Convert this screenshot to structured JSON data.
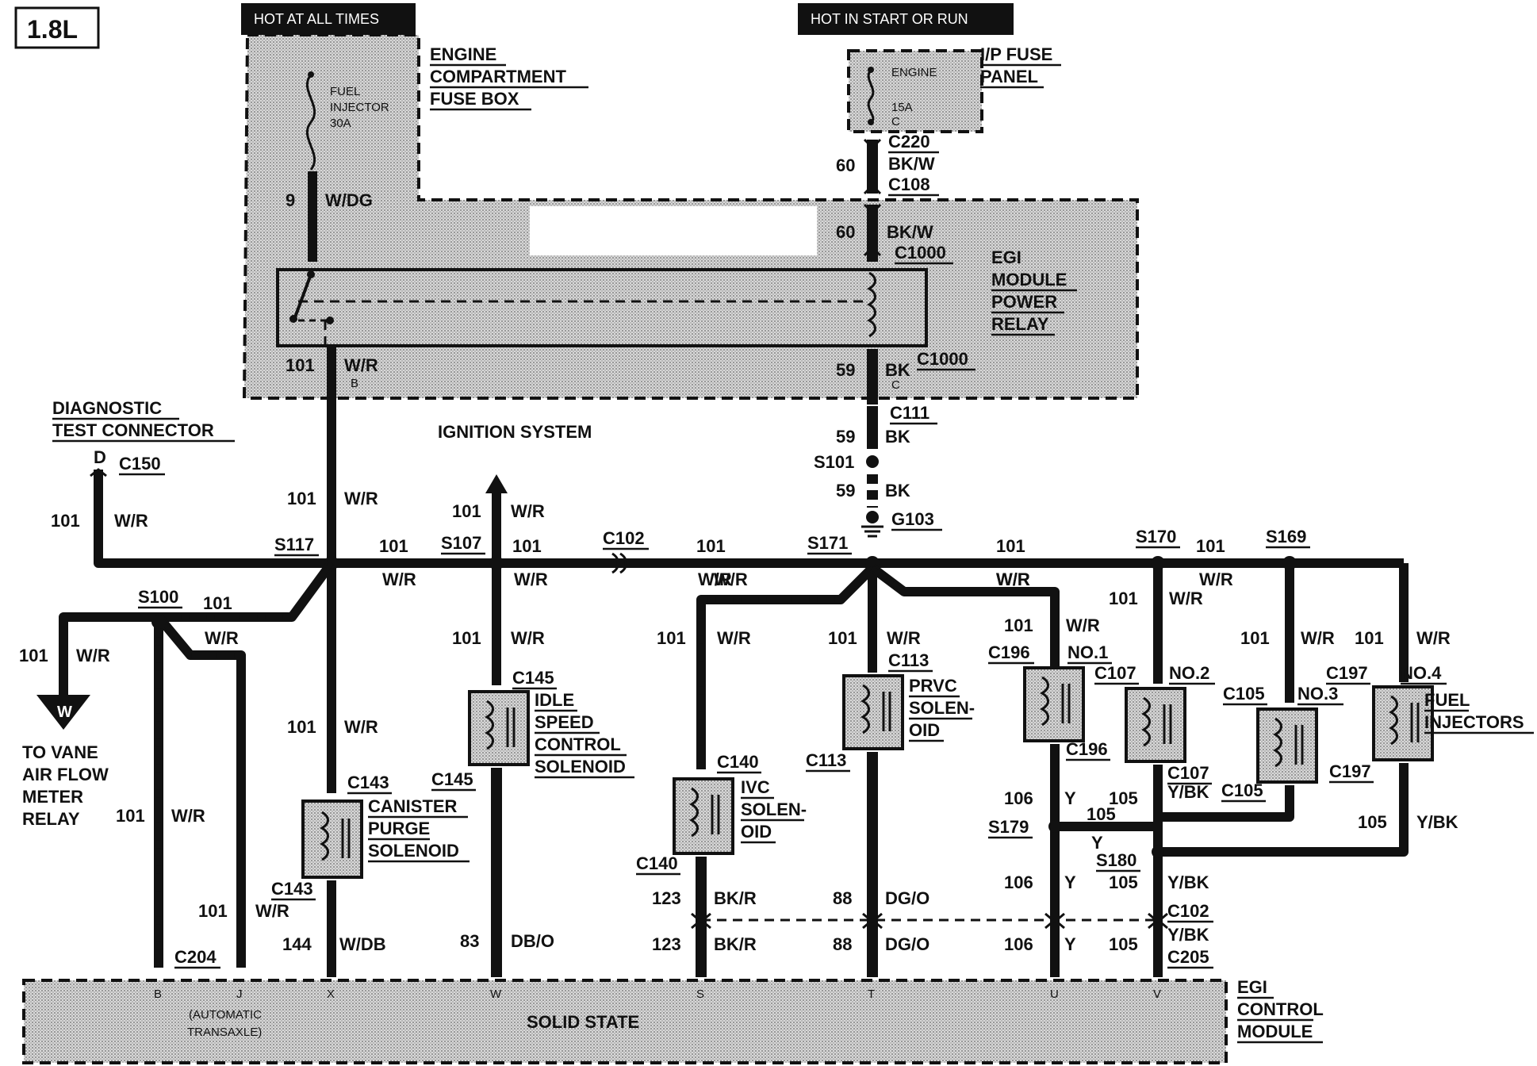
{
  "engine_badge": "1.8L",
  "hot_headers": {
    "always": "HOT AT ALL TIMES",
    "start_run": "HOT IN START OR RUN"
  },
  "boxes": {
    "engine_fuse_box": [
      "ENGINE",
      "COMPARTMENT",
      "FUSE BOX"
    ],
    "ip_fuse_panel": [
      "I/P FUSE",
      "PANEL"
    ],
    "egi_power_relay": [
      "EGI",
      "MODULE",
      "POWER",
      "RELAY"
    ],
    "egi_control_module": [
      "EGI",
      "CONTROL",
      "MODULE"
    ],
    "solid_state": "SOLID STATE"
  },
  "fuses": {
    "fuel_injector": [
      "FUEL",
      "INJECTOR",
      "30A"
    ],
    "engine_fuse": {
      "name": "ENGINE",
      "rating": "15A",
      "pin": "C"
    }
  },
  "section_labels": {
    "ignition_system": "IGNITION SYSTEM",
    "diagnostic": [
      "DIAGNOSTIC",
      "TEST CONNECTOR"
    ],
    "to_vane": [
      "TO VANE",
      "AIR FLOW",
      "METER",
      "RELAY"
    ],
    "to_vane_pin": "W"
  },
  "components": {
    "idle_speed": [
      "IDLE",
      "SPEED",
      "CONTROL",
      "SOLENOID"
    ],
    "canister_purge": [
      "CANISTER",
      "PURGE",
      "SOLENOID"
    ],
    "ivc": [
      "IVC",
      "SOLEN-",
      "OID"
    ],
    "prvc": [
      "PRVC",
      "SOLEN-",
      "OID"
    ],
    "fuel_injectors": [
      "FUEL",
      "INJECTORS"
    ],
    "injector_numbers": [
      "NO.1",
      "NO.2",
      "NO.3",
      "NO.4"
    ]
  },
  "connectors": {
    "c220": "C220",
    "c108": "C108",
    "c1000": "C1000",
    "c111": "C111",
    "c150": "C150",
    "c102": "C102",
    "c145": "C145",
    "c143": "C143",
    "c140": "C140",
    "c113": "C113",
    "c196": "C196",
    "c107": "C107",
    "c105": "C105",
    "c197": "C197",
    "c204": "C204",
    "c205": "C205",
    "g103": "G103",
    "pin_d": "D"
  },
  "splices": {
    "s101": "S101",
    "s117": "S117",
    "s107": "S107",
    "s171": "S171",
    "s170": "S170",
    "s169": "S169",
    "s100": "S100",
    "s179": "S179",
    "s180": "S180"
  },
  "circuits": {
    "c9": "9",
    "c60": "60",
    "c59": "59",
    "c101": "101",
    "c106": "106",
    "c105": "105",
    "c144": "144",
    "c83": "83",
    "c123": "123",
    "c88": "88"
  },
  "colors": {
    "w_dg": "W/DG",
    "bk_w": "BK/W",
    "bk": "BK",
    "w_r": "W/R",
    "y": "Y",
    "y_bk": "Y/BK",
    "w_db": "W/DB",
    "db_o": "DB/O",
    "bk_r": "BK/R",
    "dg_o": "DG/O"
  },
  "relay_pins": {
    "b": "B",
    "c": "C"
  },
  "module_pins": {
    "b": "B",
    "j": "J",
    "x": "X",
    "w": "W",
    "s": "S",
    "t": "T",
    "u": "U",
    "v": "V",
    "note": [
      "(AUTOMATIC",
      "TRANSAXLE)"
    ]
  },
  "style": {
    "ink": "#111111",
    "shade": "#cfcfcf",
    "paper": "#ffffff"
  }
}
